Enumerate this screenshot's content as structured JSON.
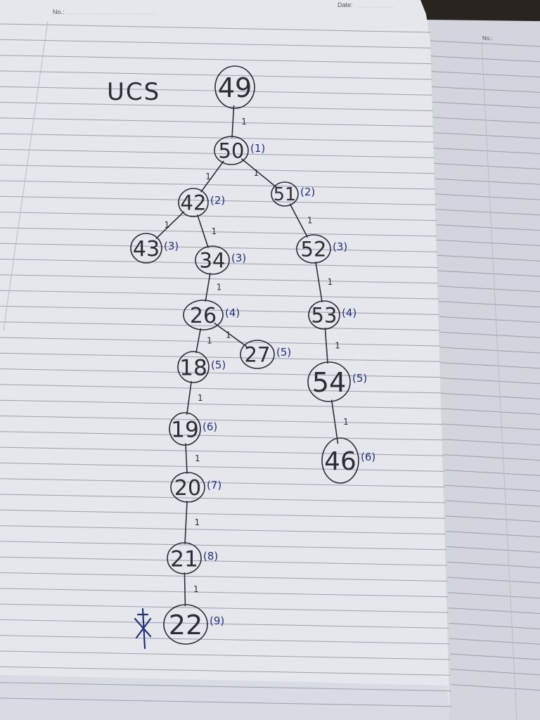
{
  "header": {
    "left_label": "No.:",
    "date_label": "Date:",
    "right_label": "No.:"
  },
  "title": "UCS",
  "colors": {
    "paper_left": "#e4e6ec",
    "paper_right": "#d5d7de",
    "rule_line": "#9aa0ad",
    "margin_line": "#b9bcc4",
    "pencil": "#2c2c34",
    "blue_ink": "#24307a"
  },
  "tree": {
    "nodes": [
      {
        "id": "n49",
        "label": "49",
        "cost": ""
      },
      {
        "id": "n50",
        "label": "50",
        "cost": "(1)"
      },
      {
        "id": "n42",
        "label": "42",
        "cost": "(2)"
      },
      {
        "id": "n51",
        "label": "51",
        "cost": "(2)"
      },
      {
        "id": "n43",
        "label": "43",
        "cost": "(3)"
      },
      {
        "id": "n34",
        "label": "34",
        "cost": "(3)"
      },
      {
        "id": "n52",
        "label": "52",
        "cost": "(3)"
      },
      {
        "id": "n26",
        "label": "26",
        "cost": "(4)"
      },
      {
        "id": "n53",
        "label": "53",
        "cost": "(4)"
      },
      {
        "id": "n27",
        "label": "27",
        "cost": "(5)"
      },
      {
        "id": "n18",
        "label": "18",
        "cost": "(5)"
      },
      {
        "id": "n54",
        "label": "54",
        "cost": "(5)"
      },
      {
        "id": "n19",
        "label": "19",
        "cost": "(6)"
      },
      {
        "id": "n46",
        "label": "46",
        "cost": "(6)"
      },
      {
        "id": "n20",
        "label": "20",
        "cost": "(7)"
      },
      {
        "id": "n21",
        "label": "21",
        "cost": "(8)"
      },
      {
        "id": "n22",
        "label": "22",
        "cost": "(9)"
      }
    ],
    "edges": [
      {
        "from": "n49",
        "to": "n50",
        "weight": "1"
      },
      {
        "from": "n50",
        "to": "n42",
        "weight": "1"
      },
      {
        "from": "n50",
        "to": "n51",
        "weight": "1"
      },
      {
        "from": "n42",
        "to": "n43",
        "weight": "1"
      },
      {
        "from": "n42",
        "to": "n34",
        "weight": "1"
      },
      {
        "from": "n51",
        "to": "n52",
        "weight": "1"
      },
      {
        "from": "n34",
        "to": "n26",
        "weight": "1"
      },
      {
        "from": "n52",
        "to": "n53",
        "weight": "1"
      },
      {
        "from": "n26",
        "to": "n18",
        "weight": "1"
      },
      {
        "from": "n26",
        "to": "n27",
        "weight": "1"
      },
      {
        "from": "n53",
        "to": "n54",
        "weight": "1"
      },
      {
        "from": "n18",
        "to": "n19",
        "weight": "1"
      },
      {
        "from": "n54",
        "to": "n46",
        "weight": "1"
      },
      {
        "from": "n19",
        "to": "n20",
        "weight": "1"
      },
      {
        "from": "n20",
        "to": "n21",
        "weight": "1"
      },
      {
        "from": "n21",
        "to": "n22",
        "weight": "1"
      }
    ]
  }
}
